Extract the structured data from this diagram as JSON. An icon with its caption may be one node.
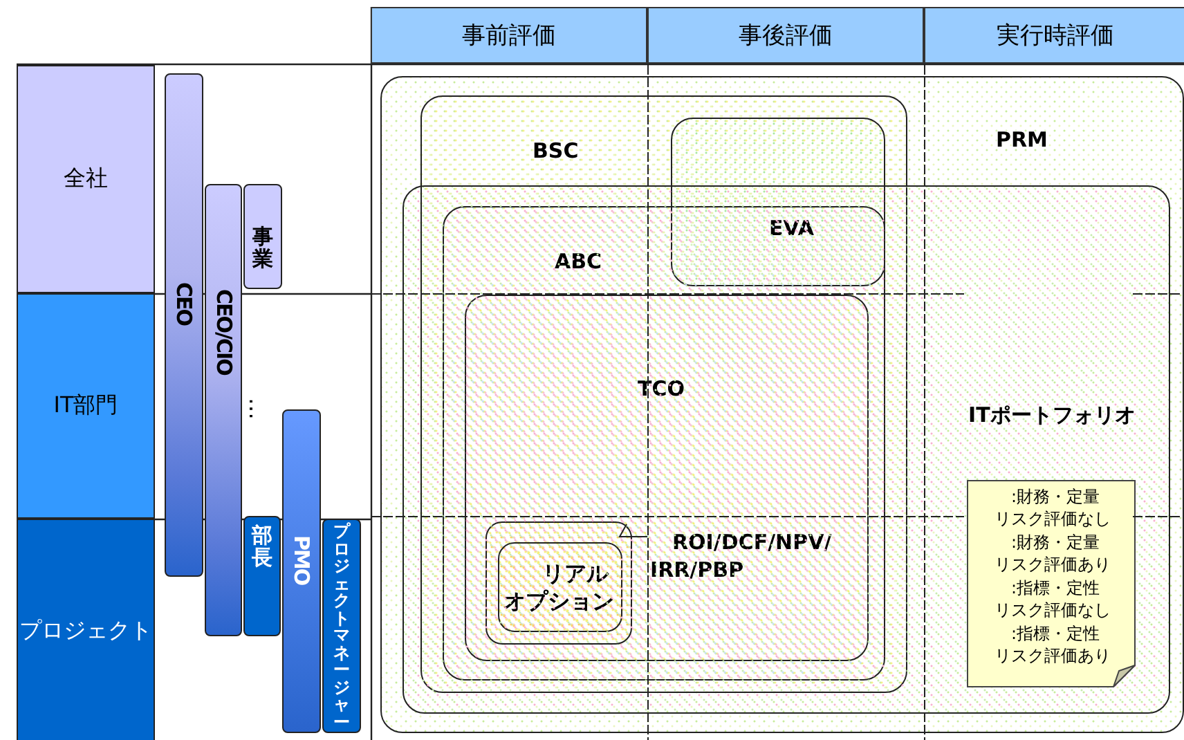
{
  "diagram": {
    "nodes": [
      {
        "text": [
          "事前評価"
        ]
      },
      {
        "text": [
          "事後評価"
        ]
      },
      {
        "text": [
          "実行時評価"
        ]
      },
      {
        "text": [
          "全社"
        ]
      },
      {
        "text": [
          "IT部門"
        ]
      },
      {
        "text": [
          "プロジェクト"
        ]
      },
      {
        "text": [
          "CEO"
        ]
      },
      {
        "text": [
          "CEO/CIO"
        ]
      },
      {
        "text": [
          "事業"
        ]
      },
      {
        "text": [
          "部長"
        ]
      },
      {
        "text": [
          "PMO"
        ]
      },
      {
        "text": [
          "プロジェクトマネージャー"
        ]
      },
      {
        "text": [
          "PRM"
        ]
      },
      {
        "text": [
          "BSC"
        ],
        "in": 12
      },
      {
        "text": [
          "EVA"
        ],
        "in": 13
      },
      {
        "text": [
          "ITポートフォリオ"
        ],
        "in": 12
      },
      {
        "text": [
          "ABC"
        ],
        "in": 13
      },
      {
        "text": [
          "TCO"
        ],
        "in": 16
      },
      {
        "text": [
          "ROI/DCF/NPV/ IRR/PBP"
        ],
        "in": 17
      },
      {
        "text": [],
        "shape": "box",
        "in": 17
      },
      {
        "text": [
          "リアルオプション"
        ],
        "in": 19
      },
      {
        "text": [
          ":財務・定量リスク評価なし",
          ":財務・定量リスク評価あり",
          ":指標・定性リスク評価なし",
          ":指標・定性リスク評価あり"
        ],
        "in": 15
      }
    ],
    "edges": [
      {
        "from": 18,
        "to": 19,
        "arrow": "none"
      }
    ],
    "labels": [
      "…"
    ]
  }
}
